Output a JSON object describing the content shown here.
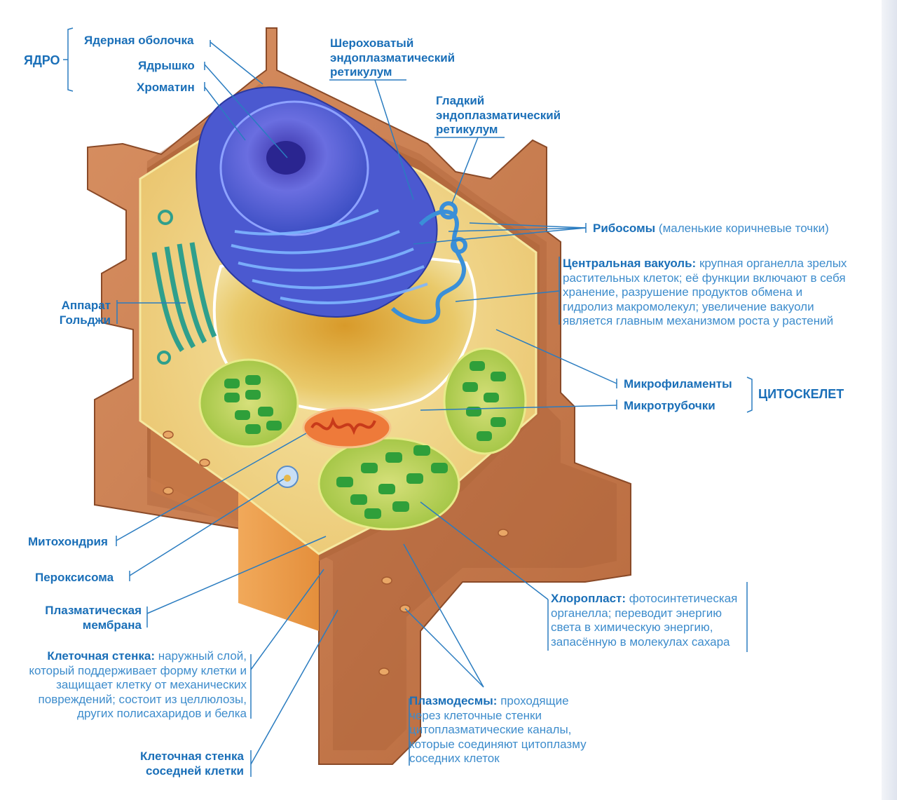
{
  "nucleus_group": "ЯДРО",
  "nuclear_envelope": "Ядерная оболочка",
  "nucleolus": "Ядрышко",
  "chromatin": "Хроматин",
  "rough_er": [
    "Шероховатый",
    "эндоплазматический",
    "ретикулум"
  ],
  "smooth_er": [
    "Гладкий",
    "эндоплазматический",
    "ретикулум"
  ],
  "ribosomes": {
    "name": "Рибосомы",
    "note": "(маленькие коричневые точки)"
  },
  "central_vacuole": {
    "name": "Центральная вакуоль:",
    "lines": [
      "крупная органелла зрелых",
      "растительных клеток; её функции включают в себя",
      "хранение, разрушение продуктов обмена и",
      "гидролиз макромолекул; увеличение вакуоли",
      "является главным механизмом роста у растений"
    ]
  },
  "golgi": [
    "Аппарат",
    "Гольджи"
  ],
  "microfilaments": "Микрофиламенты",
  "microtubules": "Микротрубочки",
  "cytoskeleton": "ЦИТОСКЕЛЕТ",
  "mitochondrion": "Митохондрия",
  "peroxisome": "Пероксисома",
  "plasma_membrane": [
    "Плазматическая",
    "мембрана"
  ],
  "chloroplast": {
    "name": "Хлоропласт:",
    "lines": [
      "фотосинтетическая",
      "органелла; переводит энергию",
      "света в химическую энергию,",
      "запасённую в молекулах сахара"
    ]
  },
  "cell_wall": {
    "name": "Клеточная стенка:",
    "lines": [
      "наружный слой,",
      "который поддерживает форму клетки и",
      "защищает клетку от механических",
      "повреждений; состоит из целлюлозы,",
      "других полисахаридов и белка"
    ]
  },
  "plasmodesmata": {
    "name": "Плазмодесмы:",
    "lines": [
      "проходящие",
      "через клеточные стенки",
      "цитоплазматические каналы,",
      "которые соединяют цитоплазму",
      "соседних клеток"
    ]
  },
  "neighbor_wall": [
    "Клеточная стенка",
    "соседней клетки"
  ],
  "colors": {
    "label": "#1a6fb8",
    "leader": "#2a7cc0",
    "wall": "#c8794d",
    "nucleus": "#5a5fd6",
    "chloroplast": "#3fa53a",
    "vacuole": "#e2b845"
  }
}
